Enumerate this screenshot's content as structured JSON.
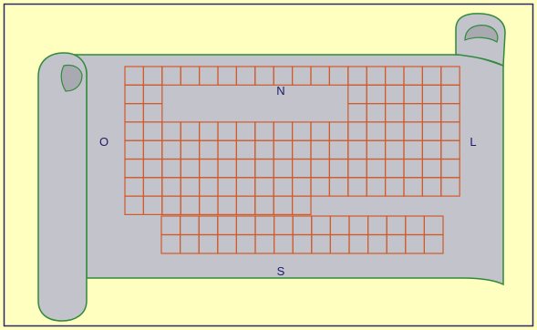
{
  "labels": {
    "north": "N",
    "south": "S",
    "west": "O",
    "east": "L"
  },
  "colors": {
    "background": "#FFFFC0",
    "frame": "#2A2A66",
    "scroll_fill": "#C3C3CB",
    "scroll_fold": "#A9A9B1",
    "scroll_outline": "#2E8B3A",
    "grid": "#D05A2A"
  },
  "table": {
    "main_rows": [
      [
        1,
        18
      ],
      [
        1,
        2,
        13,
        18
      ],
      [
        1,
        2,
        13,
        18
      ],
      [
        1,
        18
      ],
      [
        1,
        18
      ],
      [
        1,
        18
      ],
      [
        1,
        18
      ]
    ],
    "lanthanide_row_cells": 15,
    "actinide_row_cells": 15
  }
}
